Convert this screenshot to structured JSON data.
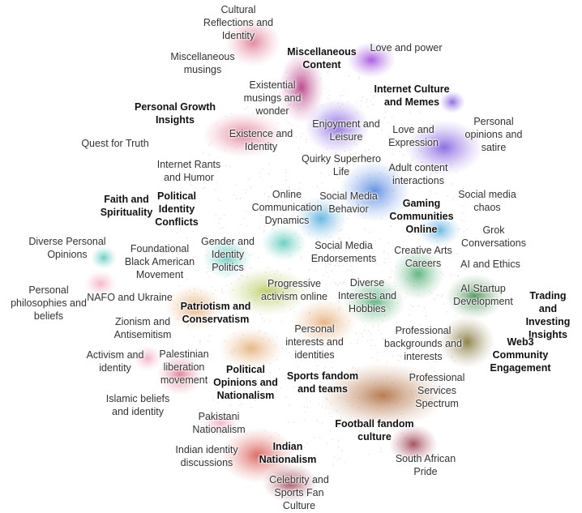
{
  "palette": {
    "pink": "#d9607f",
    "magenta": "#a8146a",
    "purple": "#8c2bd6",
    "violet": "#6a3fd8",
    "blue": "#2f6ed8",
    "skyblue": "#3aa0d8",
    "teal": "#3cc0b0",
    "green": "#2fa05a",
    "darkgreen": "#1e7a2a",
    "lime": "#a8c040",
    "olive": "#6a5a10",
    "orange": "#e0a060",
    "brown": "#a0521a",
    "red": "#d23a32",
    "darkred": "#8a1a30",
    "lightpink": "#f0a0b8"
  },
  "clusters": [
    {
      "name": "cultural-reflections",
      "color": "pink"
    },
    {
      "name": "miscellaneous-content",
      "color": "magenta"
    },
    {
      "name": "love-and-power",
      "color": "purple"
    },
    {
      "name": "enjoyment-leisure",
      "color": "violet"
    },
    {
      "name": "existence",
      "color": "pink"
    },
    {
      "name": "internet-memes",
      "color": "violet"
    },
    {
      "name": "adult-content",
      "color": "violet"
    },
    {
      "name": "social-media-behavior",
      "color": "blue"
    },
    {
      "name": "online-communication",
      "color": "skyblue"
    },
    {
      "name": "gaming",
      "color": "skyblue"
    },
    {
      "name": "gender-identity",
      "color": "teal"
    },
    {
      "name": "social-media-endorsements",
      "color": "teal"
    },
    {
      "name": "creative-arts",
      "color": "green"
    },
    {
      "name": "diverse-interests",
      "color": "green"
    },
    {
      "name": "ai-startup",
      "color": "darkgreen"
    },
    {
      "name": "web3",
      "color": "olive"
    },
    {
      "name": "progressive-activism",
      "color": "lime"
    },
    {
      "name": "patriotism",
      "color": "orange"
    },
    {
      "name": "personal-interests",
      "color": "orange"
    },
    {
      "name": "football",
      "color": "brown"
    },
    {
      "name": "south-african",
      "color": "darkred"
    },
    {
      "name": "indian-nationalism",
      "color": "red"
    },
    {
      "name": "celebrity-sports",
      "color": "darkred"
    },
    {
      "name": "pakistani",
      "color": "lightpink"
    },
    {
      "name": "activism-identity",
      "color": "lightpink"
    },
    {
      "name": "nafo",
      "color": "lightpink"
    },
    {
      "name": "diverse-opinions",
      "color": "teal"
    },
    {
      "name": "palestinian",
      "color": "pink"
    },
    {
      "name": "political-opinions",
      "color": "orange"
    }
  ],
  "labels": [
    {
      "key": "cultural_reflections",
      "text": "Cultural\nReflections and\nIdentity",
      "bold": false
    },
    {
      "key": "miscellaneous_musings",
      "text": "Miscellaneous\nmusings",
      "bold": false
    },
    {
      "key": "miscellaneous_content",
      "text": "Miscellaneous\nContent",
      "bold": true
    },
    {
      "key": "love_and_power",
      "text": "Love and power",
      "bold": false
    },
    {
      "key": "internet_culture",
      "text": "Internet Culture\nand Memes",
      "bold": true
    },
    {
      "key": "existential_musings",
      "text": "Existential\nmusings and\nwonder",
      "bold": false
    },
    {
      "key": "personal_growth",
      "text": "Personal Growth\nInsights",
      "bold": true
    },
    {
      "key": "enjoyment_leisure",
      "text": "Enjoyment and\nLeisure",
      "bold": false
    },
    {
      "key": "love_expression",
      "text": "Love and\nExpression",
      "bold": false
    },
    {
      "key": "personal_opinions_satire",
      "text": "Personal\nopinions and\nsatire",
      "bold": false
    },
    {
      "key": "quest_for_truth",
      "text": "Quest for Truth",
      "bold": false
    },
    {
      "key": "existence_identity",
      "text": "Existence and\nIdentity",
      "bold": false
    },
    {
      "key": "quirky_superhero",
      "text": "Quirky Superhero\nLife",
      "bold": false
    },
    {
      "key": "adult_content",
      "text": "Adult content\ninteractions",
      "bold": false
    },
    {
      "key": "internet_rants",
      "text": "Internet Rants\nand Humor",
      "bold": false
    },
    {
      "key": "faith_spirituality",
      "text": "Faith and\nSpirituality",
      "bold": true
    },
    {
      "key": "political_identity",
      "text": "Political\nIdentity\nConflicts",
      "bold": true
    },
    {
      "key": "online_communication",
      "text": "Online\nCommunication\nDynamics",
      "bold": false
    },
    {
      "key": "social_media_behavior",
      "text": "Social Media\nBehavior",
      "bold": false
    },
    {
      "key": "gaming_communities",
      "text": "Gaming\nCommunities\nOnline",
      "bold": true
    },
    {
      "key": "social_media_chaos",
      "text": "Social media\nchaos",
      "bold": false
    },
    {
      "key": "grok_conversations",
      "text": "Grok\nConversations",
      "bold": false
    },
    {
      "key": "diverse_personal_opinions",
      "text": "Diverse Personal\nOpinions",
      "bold": false
    },
    {
      "key": "foundational_black",
      "text": "Foundational\nBlack American\nMovement",
      "bold": false
    },
    {
      "key": "gender_identity",
      "text": "Gender and\nIdentity\nPolitics",
      "bold": false
    },
    {
      "key": "social_media_endorsements",
      "text": "Social Media\nEndorsements",
      "bold": false
    },
    {
      "key": "creative_arts",
      "text": "Creative Arts\nCareers",
      "bold": false
    },
    {
      "key": "ai_ethics",
      "text": "AI and Ethics",
      "bold": false
    },
    {
      "key": "personal_philosophies",
      "text": "Personal\nphilosophies and\nbeliefs",
      "bold": false
    },
    {
      "key": "nafo_ukraine",
      "text": "NAFO and Ukraine",
      "bold": false
    },
    {
      "key": "progressive_activism",
      "text": "Progressive\nactivism online",
      "bold": false
    },
    {
      "key": "diverse_interests",
      "text": "Diverse\nInterests and\nHobbies",
      "bold": false
    },
    {
      "key": "ai_startup",
      "text": "AI Startup\nDevelopment",
      "bold": false
    },
    {
      "key": "trading_investing",
      "text": "Trading and\nInvesting\nInsights",
      "bold": true
    },
    {
      "key": "patriotism",
      "text": "Patriotism and\nConservatism",
      "bold": true
    },
    {
      "key": "zionism",
      "text": "Zionism and\nAntisemitism",
      "bold": false
    },
    {
      "key": "personal_interests",
      "text": "Personal\ninterests and\nidentities",
      "bold": false
    },
    {
      "key": "professional_backgrounds",
      "text": "Professional\nbackgrounds and\ninterests",
      "bold": false
    },
    {
      "key": "web3",
      "text": "Web3 Community\nEngagement",
      "bold": true
    },
    {
      "key": "activism_identity",
      "text": "Activism and\nidentity",
      "bold": false
    },
    {
      "key": "palestinian",
      "text": "Palestinian\nliberation\nmovement",
      "bold": false
    },
    {
      "key": "political_opinions",
      "text": "Political\nOpinions and\nNationalism",
      "bold": true
    },
    {
      "key": "sports_fandom",
      "text": "Sports fandom\nand teams",
      "bold": true
    },
    {
      "key": "professional_services",
      "text": "Professional\nServices\nSpectrum",
      "bold": false
    },
    {
      "key": "islamic_beliefs",
      "text": "Islamic beliefs\nand identity",
      "bold": false
    },
    {
      "key": "pakistani",
      "text": "Pakistani\nNationalism",
      "bold": false
    },
    {
      "key": "football",
      "text": "Football fandom\nculture",
      "bold": true
    },
    {
      "key": "indian_identity",
      "text": "Indian identity\ndiscussions",
      "bold": false
    },
    {
      "key": "indian_nationalism",
      "text": "Indian\nNationalism",
      "bold": true
    },
    {
      "key": "south_african",
      "text": "South African\nPride",
      "bold": false
    },
    {
      "key": "celebrity_sports",
      "text": "Celebrity and\nSports Fan\nCulture",
      "bold": false
    }
  ]
}
